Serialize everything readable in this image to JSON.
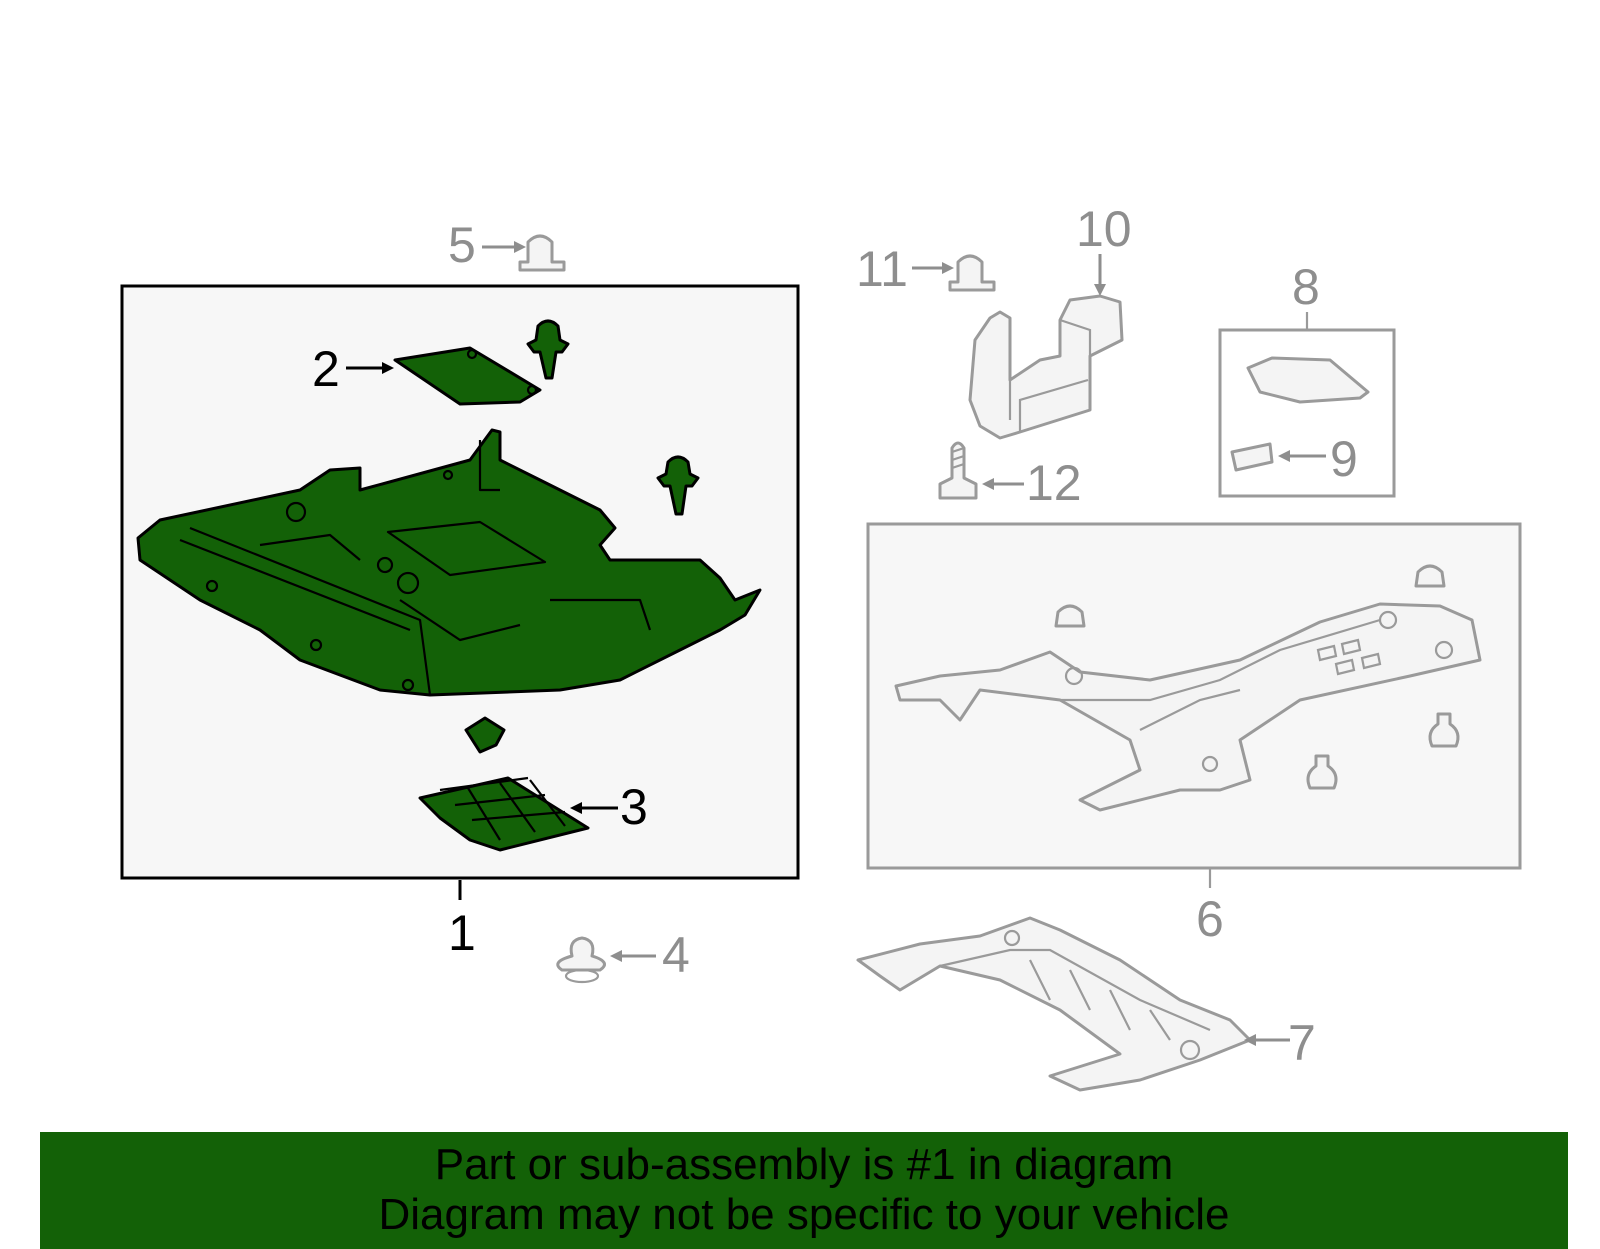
{
  "diagram": {
    "callouts": [
      {
        "id": "1",
        "label": "1",
        "highlighted": true
      },
      {
        "id": "2",
        "label": "2",
        "highlighted": true
      },
      {
        "id": "3",
        "label": "3",
        "highlighted": true
      },
      {
        "id": "4",
        "label": "4",
        "highlighted": false
      },
      {
        "id": "5",
        "label": "5",
        "highlighted": false
      },
      {
        "id": "6",
        "label": "6",
        "highlighted": false
      },
      {
        "id": "7",
        "label": "7",
        "highlighted": false
      },
      {
        "id": "8",
        "label": "8",
        "highlighted": false
      },
      {
        "id": "9",
        "label": "9",
        "highlighted": false
      },
      {
        "id": "10",
        "label": "10",
        "highlighted": false
      },
      {
        "id": "11",
        "label": "11",
        "highlighted": false
      },
      {
        "id": "12",
        "label": "12",
        "highlighted": false
      }
    ],
    "colors": {
      "highlight_fill": "#136107",
      "muted_stroke": "#9a9a9a",
      "box_fill": "#f7f7f7"
    }
  },
  "footer": {
    "line1": "Part or sub-assembly is #1 in diagram",
    "line2": "Diagram may not be specific to your vehicle",
    "background": "#136107"
  }
}
